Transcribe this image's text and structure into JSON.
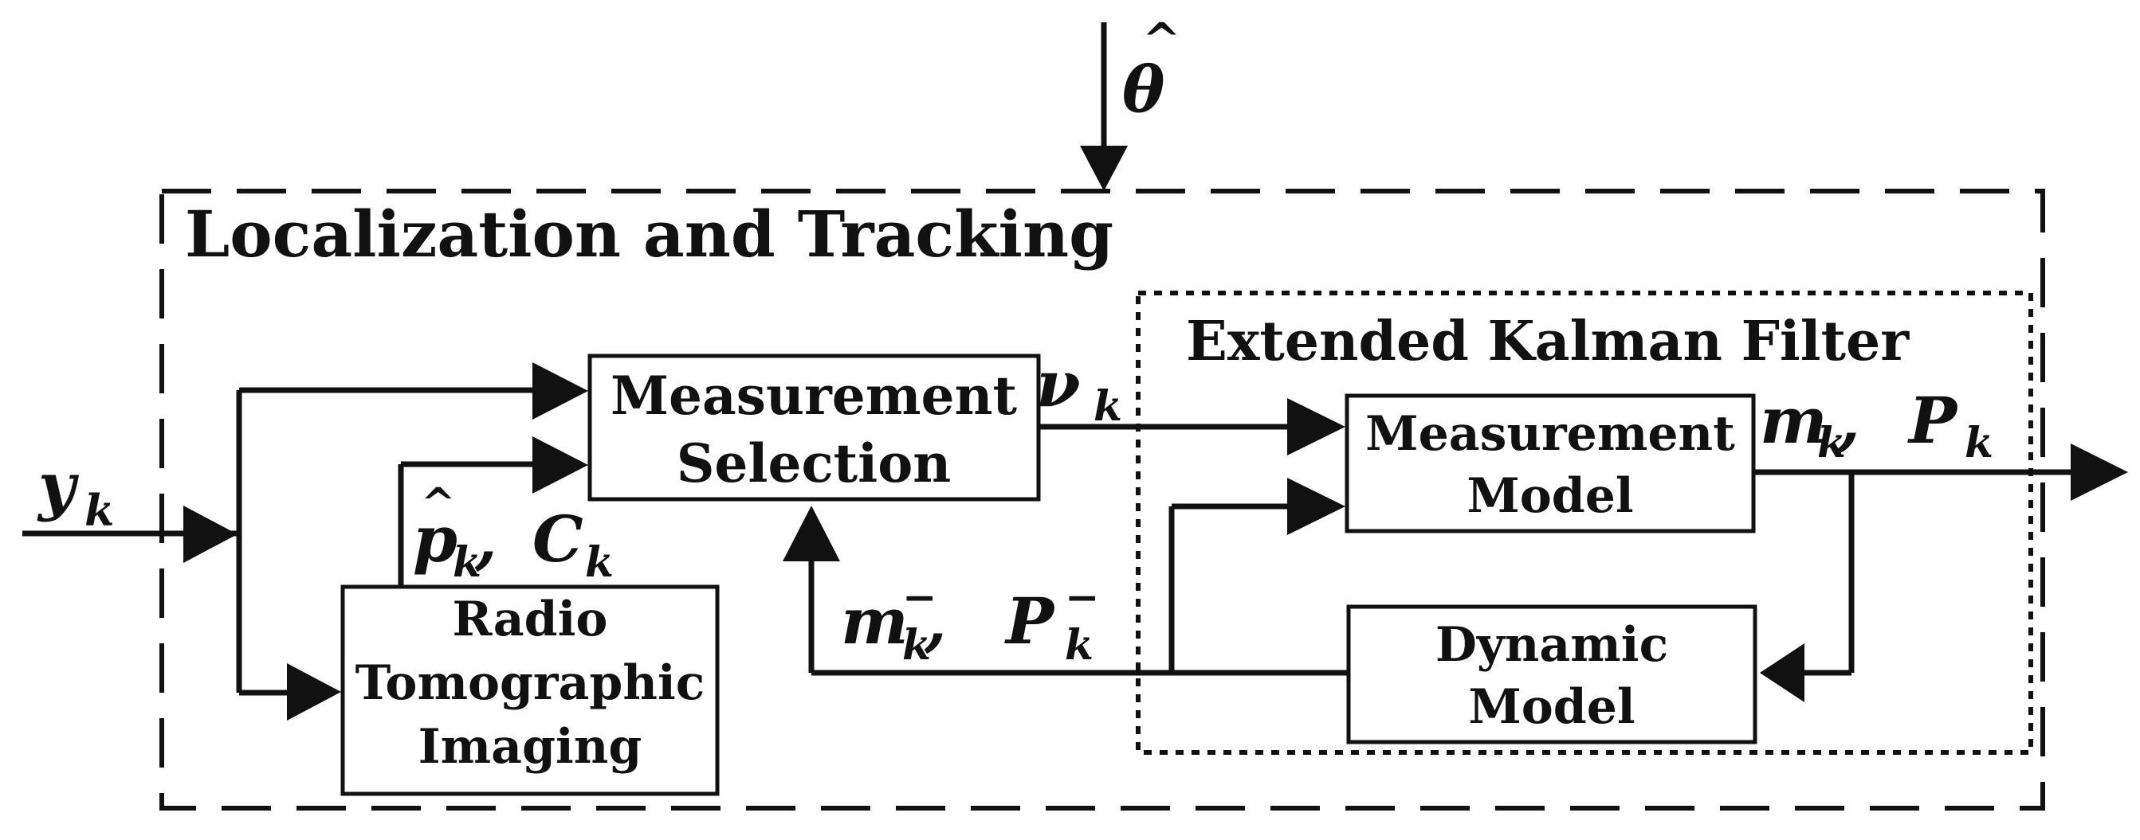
{
  "diagram": {
    "outer_group": {
      "title": "Localization and Tracking"
    },
    "inner_group": {
      "title": "Extended Kalman Filter"
    },
    "blocks": {
      "measurement_selection": {
        "line1": "Measurement",
        "line2": "Selection"
      },
      "radio_tomographic_imaging": {
        "line1": "Radio",
        "line2": "Tomographic",
        "line3": "Imaging"
      },
      "measurement_model": {
        "line1": "Measurement",
        "line2": "Model"
      },
      "dynamic_model": {
        "line1": "Dynamic",
        "line2": "Model"
      }
    },
    "signals": {
      "theta_hat": {
        "base": "θ",
        "accent": "^"
      },
      "y_k": {
        "base": "y",
        "sub": "k"
      },
      "p_hat_c": {
        "base1": "p",
        "accent": "^",
        "sub1": "k",
        "sep": ", ",
        "base2": "C",
        "sub2": "k"
      },
      "nu_k": {
        "base": "ν",
        "sub": "k"
      },
      "m_P_out": {
        "base1": "m",
        "sub1": "k",
        "sep": ", ",
        "base2": "P",
        "sub2": "k"
      },
      "m_P_prior": {
        "base1": "m",
        "sup1": "−",
        "sub1": "k",
        "sep": ", ",
        "base2": "P",
        "sup2": "−",
        "sub2": "k"
      }
    }
  }
}
